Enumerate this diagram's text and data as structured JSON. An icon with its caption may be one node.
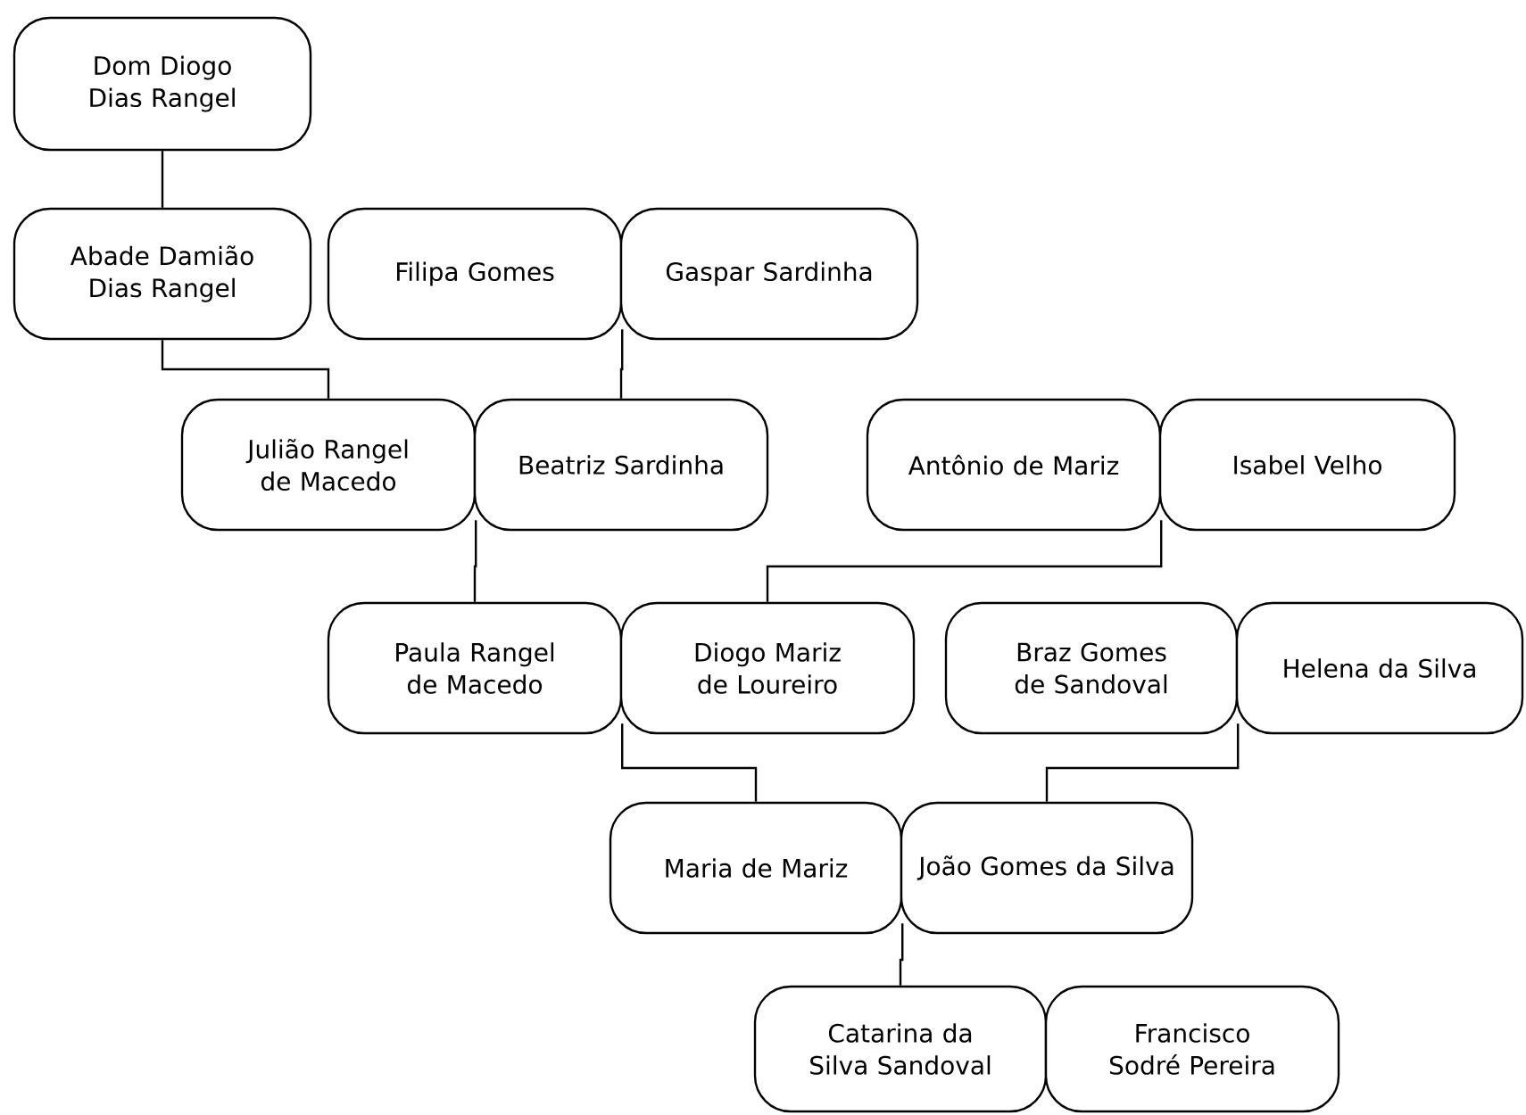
{
  "diagram": {
    "nodes": [
      {
        "text": [
          "Dom Diogo Dias Rangel"
        ]
      },
      {
        "text": [
          "Abade Damião Dias Rangel"
        ]
      },
      {
        "text": [
          "Filipa Gomes"
        ]
      },
      {
        "text": [
          "Gaspar Sardinha"
        ]
      },
      {
        "text": [
          "Julião Rangel de Macedo"
        ]
      },
      {
        "text": [
          "Beatriz Sardinha"
        ]
      },
      {
        "text": [
          "Antônio de Mariz"
        ]
      },
      {
        "text": [
          "Isabel Velho"
        ]
      },
      {
        "text": [
          "Paula Rangel de Macedo"
        ]
      },
      {
        "text": [
          "Diogo Mariz de Loureiro"
        ]
      },
      {
        "text": [
          "Braz Gomes de Sandoval"
        ]
      },
      {
        "text": [
          "Helena da Silva"
        ]
      },
      {
        "text": [
          "Maria de Mariz"
        ]
      },
      {
        "text": [
          "João Gomes da Silva"
        ]
      },
      {
        "text": [
          "Catarina da Silva Sandoval"
        ]
      },
      {
        "text": [
          "Francisco Sodré Pereira"
        ]
      }
    ],
    "edges": [
      {
        "from": 0,
        "to": 1,
        "arrow": "none"
      },
      {
        "from": 1,
        "to": 4,
        "arrow": "none"
      },
      {
        "from": 2,
        "to": 5,
        "arrow": "none"
      },
      {
        "from": 3,
        "to": 5,
        "arrow": "none"
      },
      {
        "from": 4,
        "to": 8,
        "arrow": "none"
      },
      {
        "from": 5,
        "to": 8,
        "arrow": "none"
      },
      {
        "from": 6,
        "to": 9,
        "arrow": "none"
      },
      {
        "from": 7,
        "to": 9,
        "arrow": "none"
      },
      {
        "from": 8,
        "to": 12,
        "arrow": "none"
      },
      {
        "from": 9,
        "to": 12,
        "arrow": "none"
      },
      {
        "from": 10,
        "to": 13,
        "arrow": "none"
      },
      {
        "from": 11,
        "to": 13,
        "arrow": "none"
      },
      {
        "from": 12,
        "to": 14,
        "arrow": "none"
      },
      {
        "from": 13,
        "to": 14,
        "arrow": "none"
      }
    ]
  }
}
